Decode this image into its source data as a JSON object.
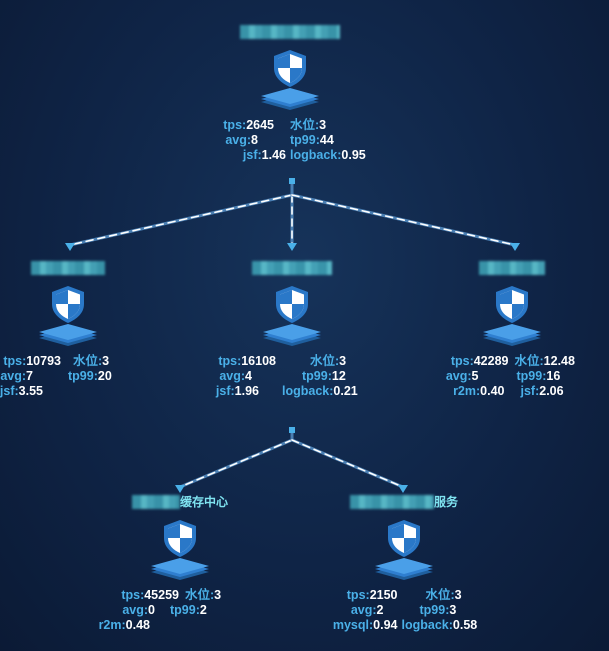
{
  "nodes": {
    "root": {
      "title_suffix": "",
      "stats": [
        {
          "k": "tps:",
          "v": "2645"
        },
        {
          "k": "水位:",
          "v": "3"
        },
        {
          "k": "avg:",
          "v": "8"
        },
        {
          "k": "tp99:",
          "v": "44"
        },
        {
          "k": "jsf:",
          "v": "1.46"
        },
        {
          "k": "logback:",
          "v": "0.95"
        }
      ]
    },
    "left": {
      "title_suffix": "",
      "stats": [
        {
          "k": "tps:",
          "v": "10793"
        },
        {
          "k": "水位:",
          "v": "3"
        },
        {
          "k": "avg:",
          "v": "7"
        },
        {
          "k": "tp99:",
          "v": "20"
        },
        {
          "k": "jsf:",
          "v": "3.55"
        },
        {
          "k": "",
          "v": ""
        }
      ]
    },
    "middle": {
      "title_suffix": "",
      "stats": [
        {
          "k": "tps:",
          "v": "16108"
        },
        {
          "k": "水位:",
          "v": "3"
        },
        {
          "k": "avg:",
          "v": "4"
        },
        {
          "k": "tp99:",
          "v": "12"
        },
        {
          "k": "jsf:",
          "v": "1.96"
        },
        {
          "k": "logback:",
          "v": "0.21"
        }
      ]
    },
    "right": {
      "title_suffix": "",
      "stats": [
        {
          "k": "tps:",
          "v": "42289"
        },
        {
          "k": "水位:",
          "v": "12.48"
        },
        {
          "k": "avg:",
          "v": "5"
        },
        {
          "k": "tp99:",
          "v": "16"
        },
        {
          "k": "r2m:",
          "v": "0.40"
        },
        {
          "k": "jsf:",
          "v": "2.06"
        }
      ]
    },
    "cache": {
      "title_suffix": "缓存中心",
      "stats": [
        {
          "k": "tps:",
          "v": "45259"
        },
        {
          "k": "水位:",
          "v": "3"
        },
        {
          "k": "avg:",
          "v": "0"
        },
        {
          "k": "tp99:",
          "v": "2"
        },
        {
          "k": "r2m:",
          "v": "0.48"
        },
        {
          "k": "",
          "v": ""
        }
      ]
    },
    "service": {
      "title_suffix": "服务",
      "stats": [
        {
          "k": "tps:",
          "v": "2150"
        },
        {
          "k": "水位:",
          "v": "3"
        },
        {
          "k": "avg:",
          "v": "2"
        },
        {
          "k": "tp99:",
          "v": "3"
        },
        {
          "k": "mysql:",
          "v": "0.94"
        },
        {
          "k": "logback:",
          "v": "0.58"
        }
      ]
    }
  },
  "icons": {
    "node": "shield-icon",
    "stack": "layers-icon"
  },
  "colors": {
    "link": "#9ad4ff",
    "dash": "#ffffff",
    "key": "#4ab0e8",
    "value": "#ffffff",
    "title": "#7fe3f0"
  }
}
